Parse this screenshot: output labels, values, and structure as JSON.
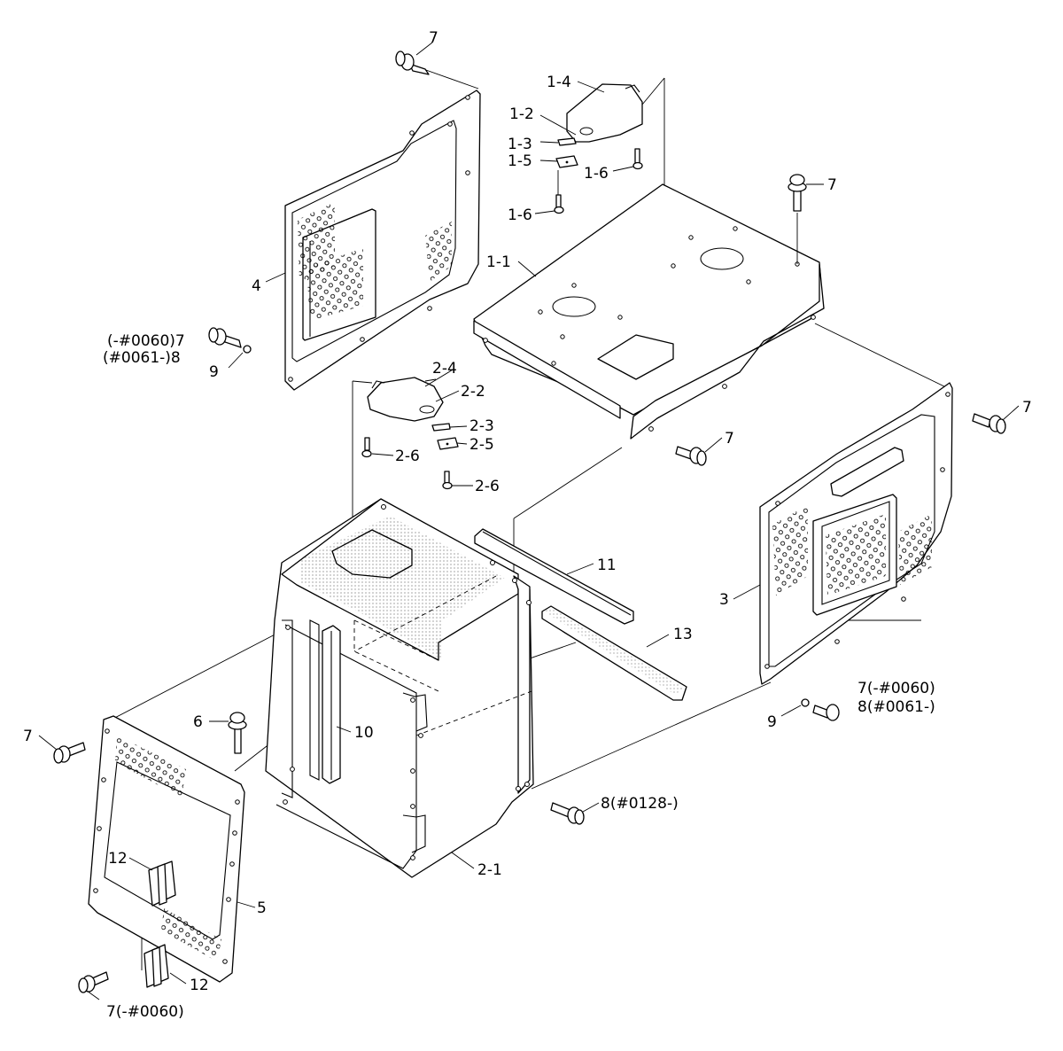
{
  "labels": {
    "l7_top": "7",
    "l1_4": "1-4",
    "l1_2": "1-2",
    "l1_3": "1-3",
    "l1_5": "1-5",
    "l1_6_right": "1-6",
    "l1_6_left": "1-6",
    "l7_topright": "7",
    "l1_1": "1-1",
    "l4": "4",
    "l7_side_a": "(-#0060)7",
    "l8_side_a": "(#0061-)8",
    "l9_left": "9",
    "l2_4": "2-4",
    "l2_2": "2-2",
    "l2_3": "2-3",
    "l2_5": "2-5",
    "l2_6_a": "2-6",
    "l2_6_b": "2-6",
    "l7_right": "7",
    "l7_mid": "7",
    "l11": "11",
    "l13": "13",
    "l3": "3",
    "l7_side_b": "7(-#0060)",
    "l8_side_b": "8(#0061-)",
    "l9_right": "9",
    "l6": "6",
    "l7_left": "7",
    "l10": "10",
    "l8_bottom": "8(#0128-)",
    "l12_a": "12",
    "l12_b": "12",
    "l5": "5",
    "l2_1": "2-1",
    "l7_bottom": "7(-#0060)"
  }
}
